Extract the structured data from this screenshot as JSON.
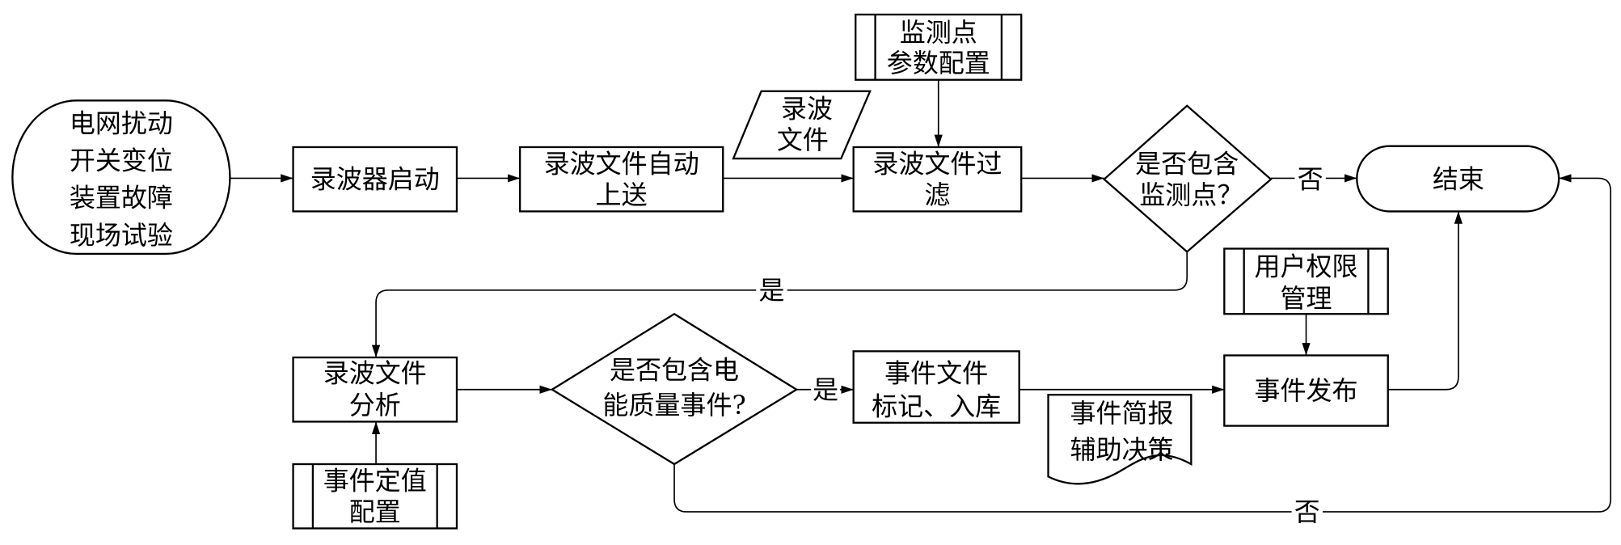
{
  "nodes": {
    "start": {
      "lines": [
        "电网扰动",
        "开关变位",
        "装置故障",
        "现场试验"
      ]
    },
    "recorder_start": {
      "lines": [
        "录波器启动"
      ]
    },
    "auto_upload": {
      "lines": [
        "录波文件自动",
        "上送"
      ]
    },
    "wave_file": {
      "lines": [
        "录波",
        "文件"
      ]
    },
    "monitor_config": {
      "lines": [
        "监测点",
        "参数配置"
      ]
    },
    "file_filter": {
      "lines": [
        "录波文件过",
        "滤"
      ]
    },
    "has_monitor_point": {
      "lines": [
        "是否包含",
        "监测点？"
      ]
    },
    "end": {
      "lines": [
        "结束"
      ]
    },
    "user_permission": {
      "lines": [
        "用户权限",
        "管理"
      ]
    },
    "event_publish": {
      "lines": [
        "事件发布"
      ]
    },
    "event_brief": {
      "lines": [
        "事件简报",
        "辅助决策"
      ]
    },
    "event_mark": {
      "lines": [
        "事件文件",
        "标记、入库"
      ]
    },
    "has_pq_event": {
      "lines": [
        "是否包含电",
        "能质量事件?"
      ]
    },
    "file_analysis": {
      "lines": [
        "录波文件",
        "分析"
      ]
    },
    "event_threshold": {
      "lines": [
        "事件定值",
        "配置"
      ]
    }
  },
  "edge_labels": {
    "no_monitor_point": "否",
    "yes_monitor_point": "是",
    "yes_pq_event": "是",
    "no_pq_event": "否"
  }
}
